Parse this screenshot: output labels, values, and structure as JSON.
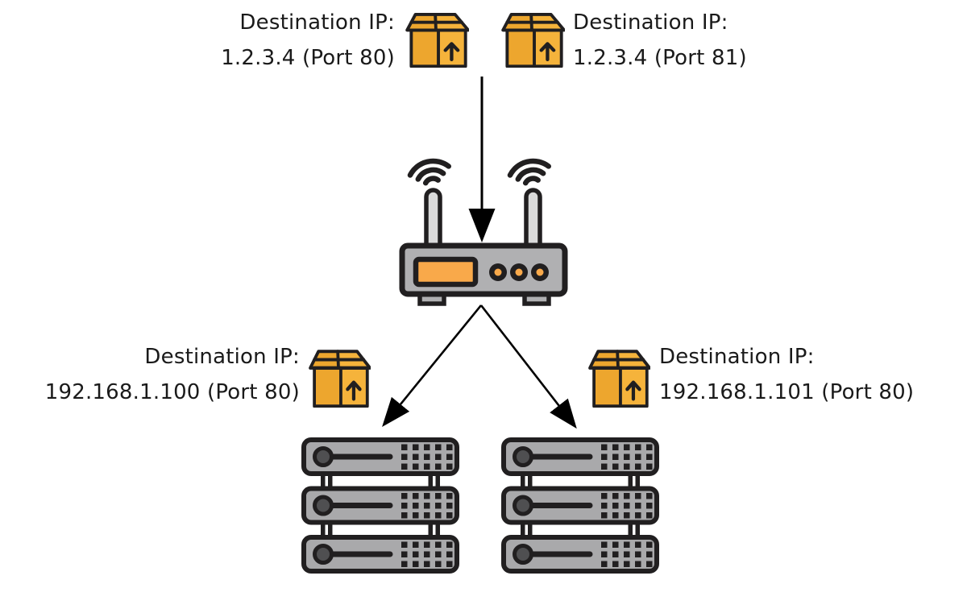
{
  "labels": {
    "top_left": {
      "line1": "Destination IP:",
      "line2": "1.2.3.4 (Port 80)"
    },
    "top_right": {
      "line1": "Destination IP:",
      "line2": "1.2.3.4 (Port 81)"
    },
    "bottom_left": {
      "line1": "Destination IP:",
      "line2": "192.168.1.100 (Port 80)"
    },
    "bottom_right": {
      "line1": "Destination IP:",
      "line2": "192.168.1.101 (Port 80)"
    }
  },
  "icons": {
    "packet": "package-box-up-arrow-icon",
    "router": "wireless-router-icon",
    "server": "server-rack-icon",
    "arrows": "flow-arrow"
  },
  "colors": {
    "package_fill": "#F5B33B",
    "package_shade": "#EDA62E",
    "router_body": "#B0B0B2",
    "display_orange": "#F9A94A",
    "antenna_gray": "#DADADA",
    "server_body": "#A9A9AB",
    "server_knob": "#4F4F51",
    "outline": "#211F20",
    "arrow_black": "#000000",
    "text": "#1A1A1A",
    "background": "#FFFFFF"
  }
}
